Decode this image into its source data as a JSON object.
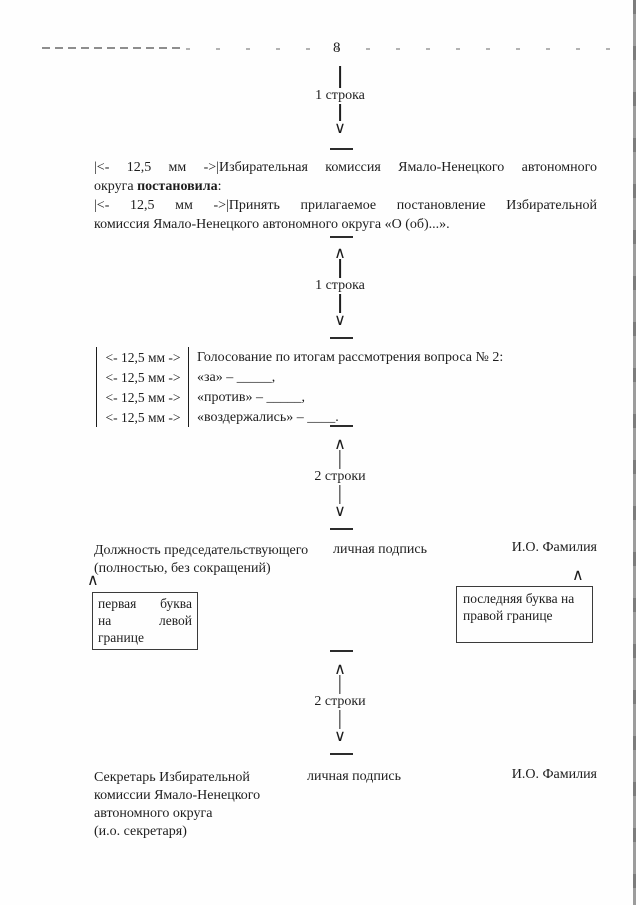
{
  "page_number": "8",
  "icons": {
    "arrow_up": "∧",
    "arrow_down": "∨"
  },
  "spacers": {
    "first": "1 строка",
    "second": "1 строка",
    "third": "2 строки",
    "fourth": "2 строки"
  },
  "resolution_paragraph": {
    "line1": "|<- 12,5 мм ->|Избирательная комиссия Ямало-Ненецкого автономного",
    "line2_normal": "округа ",
    "line2_bold": "постановила",
    "line2_tail": ":",
    "line3": "|<- 12,5 мм ->|Принять прилагаемое постановление Избирательной",
    "line4": "комиссия Ямало-Ненецкого автономного округа «О (об)...»."
  },
  "voting_block": {
    "rows": [
      {
        "margin_mark": "<- 12,5 мм ->",
        "text": "Голосование по итогам рассмотрения вопроса № 2:"
      },
      {
        "margin_mark": "<- 12,5 мм ->",
        "text": "«за» – _____,"
      },
      {
        "margin_mark": "<- 12,5 мм ->",
        "text": "«против» – _____,"
      },
      {
        "margin_mark": "<- 12,5 мм ->",
        "text": "«воздержались» – ____."
      }
    ]
  },
  "signature_block_1": {
    "position_line1": "Должность председательствующего",
    "position_line2": "(полностью, без сокращений)",
    "signature_label": "личная подпись",
    "name_label": "И.О. Фамилия"
  },
  "callout_left": {
    "lines": [
      [
        "первая",
        "буква"
      ],
      [
        "на",
        "левой"
      ],
      [
        "границе",
        ""
      ]
    ]
  },
  "callout_right": {
    "lines": [
      "последняя буква на",
      "правой границе"
    ]
  },
  "signature_block_2": {
    "position_lines": [
      "Секретарь Избирательной",
      "комиссии Ямало-Ненецкого",
      "автономного округа",
      "(и.о. секретаря)"
    ],
    "signature_label": "личная подпись",
    "name_label": "И.О. Фамилия"
  }
}
